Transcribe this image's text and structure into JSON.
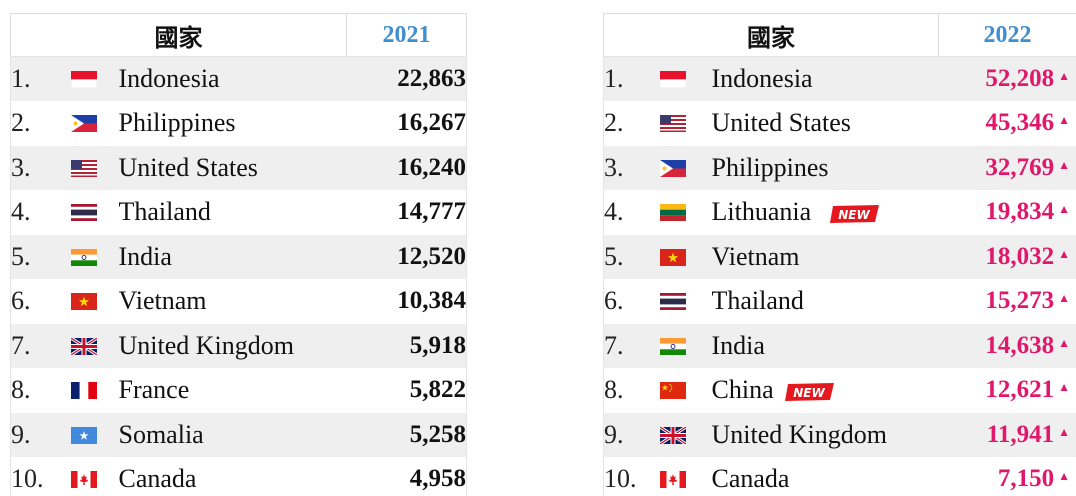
{
  "left": {
    "header": {
      "country": "國家",
      "year": "2021"
    },
    "rows": [
      {
        "rank": "1.",
        "country": "Indonesia",
        "value": "22,863"
      },
      {
        "rank": "2.",
        "country": "Philippines",
        "value": "16,267"
      },
      {
        "rank": "3.",
        "country": "United States",
        "value": "16,240"
      },
      {
        "rank": "4.",
        "country": "Thailand",
        "value": "14,777"
      },
      {
        "rank": "5.",
        "country": "India",
        "value": "12,520"
      },
      {
        "rank": "6.",
        "country": "Vietnam",
        "value": "10,384"
      },
      {
        "rank": "7.",
        "country": "United Kingdom",
        "value": "5,918"
      },
      {
        "rank": "8.",
        "country": "France",
        "value": "5,822"
      },
      {
        "rank": "9.",
        "country": "Somalia",
        "value": "5,258"
      },
      {
        "rank": "10.",
        "country": "Canada",
        "value": "4,958"
      }
    ]
  },
  "right": {
    "header": {
      "country": "國家",
      "year": "2022"
    },
    "rows": [
      {
        "rank": "1.",
        "country": "Indonesia",
        "value": "52,208",
        "arrow": "▲"
      },
      {
        "rank": "2.",
        "country": "United States",
        "value": "45,346",
        "arrow": "▲"
      },
      {
        "rank": "3.",
        "country": "Philippines",
        "value": "32,769",
        "arrow": "▲"
      },
      {
        "rank": "4.",
        "country": "Lithuania",
        "value": "19,834",
        "arrow": "▲"
      },
      {
        "rank": "5.",
        "country": "Vietnam",
        "value": "18,032",
        "arrow": "▲"
      },
      {
        "rank": "6.",
        "country": "Thailand",
        "value": "15,273",
        "arrow": "▲"
      },
      {
        "rank": "7.",
        "country": "India",
        "value": "14,638",
        "arrow": "▲"
      },
      {
        "rank": "8.",
        "country": "China",
        "value": "12,621",
        "arrow": "▲"
      },
      {
        "rank": "9.",
        "country": "United Kingdom",
        "value": "11,941",
        "arrow": "▲"
      },
      {
        "rank": "10.",
        "country": "Canada",
        "value": "7,150",
        "arrow": "▲"
      }
    ],
    "new_badge_text": "NEW"
  },
  "colors": {
    "year_header": "#3f8fd0",
    "increase_value": "#e0176b",
    "row_alt_bg": "#efefef",
    "new_badge": "#e3191f"
  },
  "icons": {
    "indonesia": "indonesia-flag-icon",
    "philippines": "philippines-flag-icon",
    "united-states": "united-states-flag-icon",
    "thailand": "thailand-flag-icon",
    "india": "india-flag-icon",
    "vietnam": "vietnam-flag-icon",
    "united-kingdom": "united-kingdom-flag-icon",
    "france": "france-flag-icon",
    "somalia": "somalia-flag-icon",
    "canada": "canada-flag-icon",
    "lithuania": "lithuania-flag-icon",
    "china": "china-flag-icon",
    "increase": "up-triangle-icon",
    "new": "new-badge-icon"
  }
}
